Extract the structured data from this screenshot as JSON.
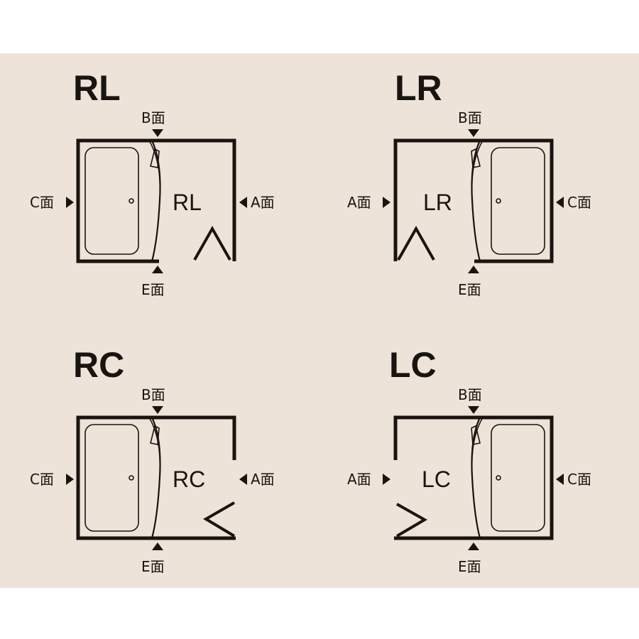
{
  "colors": {
    "background": "#ede3d8",
    "ink": "#1a1411"
  },
  "panels": [
    {
      "id": "rl",
      "title": "RL",
      "room_label": "RL",
      "labels": {
        "top": "B面",
        "bottom": "E面",
        "left": "C面",
        "right": "A面"
      }
    },
    {
      "id": "lr",
      "title": "LR",
      "room_label": "LR",
      "labels": {
        "top": "B面",
        "bottom": "E面",
        "left": "A面",
        "right": "C面"
      }
    },
    {
      "id": "rc",
      "title": "RC",
      "room_label": "RC",
      "labels": {
        "top": "B面",
        "bottom": "E面",
        "left": "C面",
        "right": "A面"
      }
    },
    {
      "id": "lc",
      "title": "LC",
      "room_label": "LC",
      "labels": {
        "top": "B面",
        "bottom": "E面",
        "left": "A面",
        "right": "C面"
      }
    }
  ]
}
